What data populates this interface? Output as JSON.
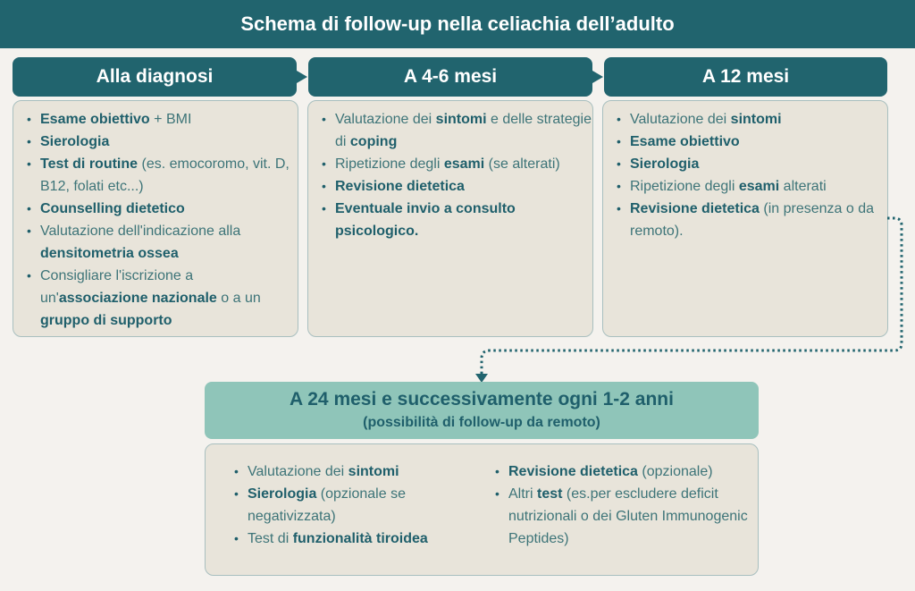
{
  "title": "Schema di follow-up nella celiachia dell’adulto",
  "colors": {
    "primary": "#21646e",
    "accent": "#8fc5b9",
    "box_bg": "#e8e4da",
    "page_bg": "#f4f2ee",
    "text_bold": "#1f5f6b",
    "text_regular": "#3d7478"
  },
  "stages": [
    {
      "label": "Alla diagnosi",
      "items": [
        [
          {
            "t": "Esame obiettivo",
            "b": true
          },
          {
            "t": " + BMI"
          }
        ],
        [
          {
            "t": "Sierologia",
            "b": true
          }
        ],
        [
          {
            "t": "Test di routine",
            "b": true
          },
          {
            "t": " (es. emocoromo, vit. D, B12, folati etc...)"
          }
        ],
        [
          {
            "t": "Counselling dietetico",
            "b": true
          }
        ],
        [
          {
            "t": "Valutazione dell'indicazione alla "
          },
          {
            "t": "densitometria ossea",
            "b": true
          }
        ],
        [
          {
            "t": "Consigliare l'iscrizione a un'"
          },
          {
            "t": "associazione nazionale",
            "b": true
          },
          {
            "t": " o a un "
          },
          {
            "t": "gruppo di supporto",
            "b": true
          }
        ]
      ]
    },
    {
      "label": "A 4-6 mesi",
      "items": [
        [
          {
            "t": "Valutazione dei "
          },
          {
            "t": "sintomi",
            "b": true
          },
          {
            "t": " e delle strategie di "
          },
          {
            "t": "coping",
            "b": true
          }
        ],
        [
          {
            "t": "Ripetizione degli "
          },
          {
            "t": "esami",
            "b": true
          },
          {
            "t": " (se alterati)"
          }
        ],
        [
          {
            "t": "Revisione dietetica",
            "b": true
          }
        ],
        [
          {
            "t": "Eventuale invio a consulto psicologico.",
            "b": true
          }
        ]
      ]
    },
    {
      "label": "A 12 mesi",
      "items": [
        [
          {
            "t": "Valutazione dei "
          },
          {
            "t": "sintomi",
            "b": true
          }
        ],
        [
          {
            "t": "Esame obiettivo",
            "b": true
          }
        ],
        [
          {
            "t": "Sierologia",
            "b": true
          }
        ],
        [
          {
            "t": "Ripetizione degli "
          },
          {
            "t": "esami",
            "b": true
          },
          {
            "t": " alterati"
          }
        ],
        [
          {
            "t": "Revisione dietetica",
            "b": true
          },
          {
            "t": " (in presenza o da remoto)."
          }
        ]
      ]
    }
  ],
  "long_term": {
    "title": "A 24 mesi e successivamente ogni 1-2 anni",
    "subtitle": "(possibilità di follow-up da remoto)",
    "col1": [
      [
        {
          "t": "Valutazione dei "
        },
        {
          "t": "sintomi",
          "b": true
        }
      ],
      [
        {
          "t": "Sierologia",
          "b": true
        },
        {
          "t": " (opzionale se negativizzata)"
        }
      ],
      [
        {
          "t": "Test di "
        },
        {
          "t": "funzionalità tiroidea",
          "b": true
        }
      ]
    ],
    "col2": [
      [
        {
          "t": "Revisione dietetica",
          "b": true
        },
        {
          "t": " (opzionale)"
        }
      ],
      [
        {
          "t": "Altri "
        },
        {
          "t": "test",
          "b": true
        },
        {
          "t": " (es.per escludere deficit nutrizionali o dei Gluten Immunogenic Peptides)"
        }
      ]
    ]
  }
}
